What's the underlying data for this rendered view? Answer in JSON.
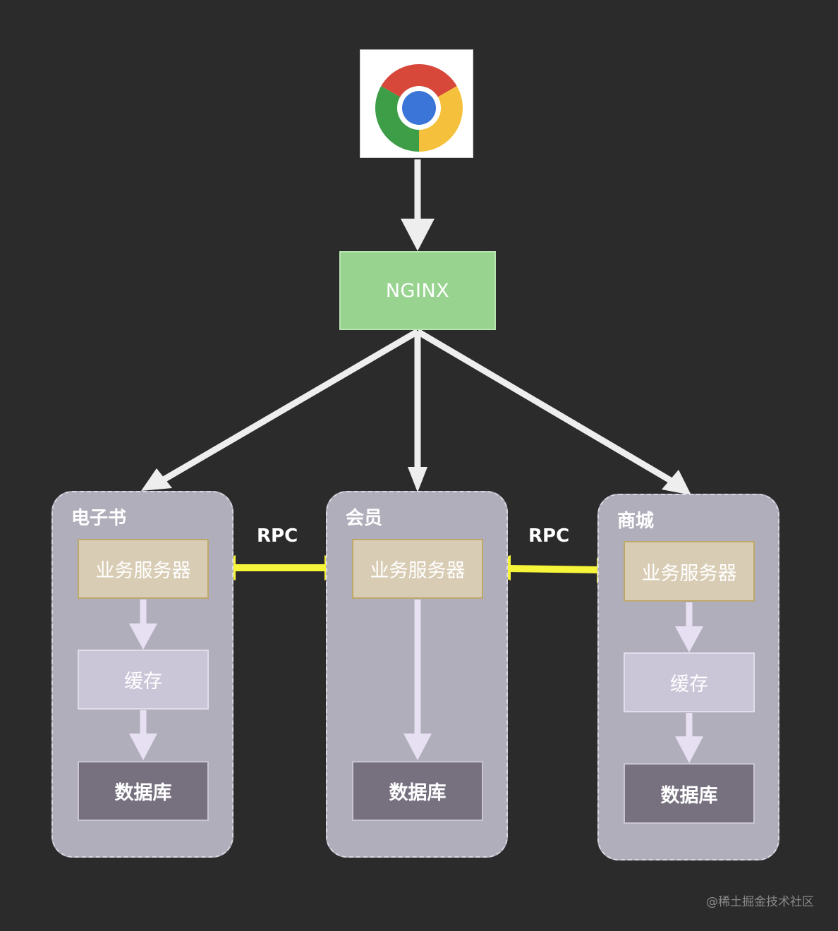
{
  "icons": {
    "browser": "chrome-browser-icon"
  },
  "nginx": {
    "label": "NGINX"
  },
  "services": [
    {
      "title": "电子书",
      "business": "业务服务器",
      "cache": "缓存",
      "db": "数据库"
    },
    {
      "title": "会员",
      "business": "业务服务器",
      "db": "数据库"
    },
    {
      "title": "商城",
      "business": "业务服务器",
      "cache": "缓存",
      "db": "数据库"
    }
  ],
  "rpc_labels": [
    "RPC",
    "RPC"
  ],
  "watermark": "@稀土掘金技术社区",
  "colors": {
    "background": "#2b2b2b",
    "nginx": "#98d490",
    "service_container": "#b1aebb",
    "business_server": "#d9ccb4",
    "cache": "#cbc5d8",
    "database": "#77717f",
    "rpc_arrow": "#f6f53a",
    "request_arrow": "#eeeeee"
  }
}
